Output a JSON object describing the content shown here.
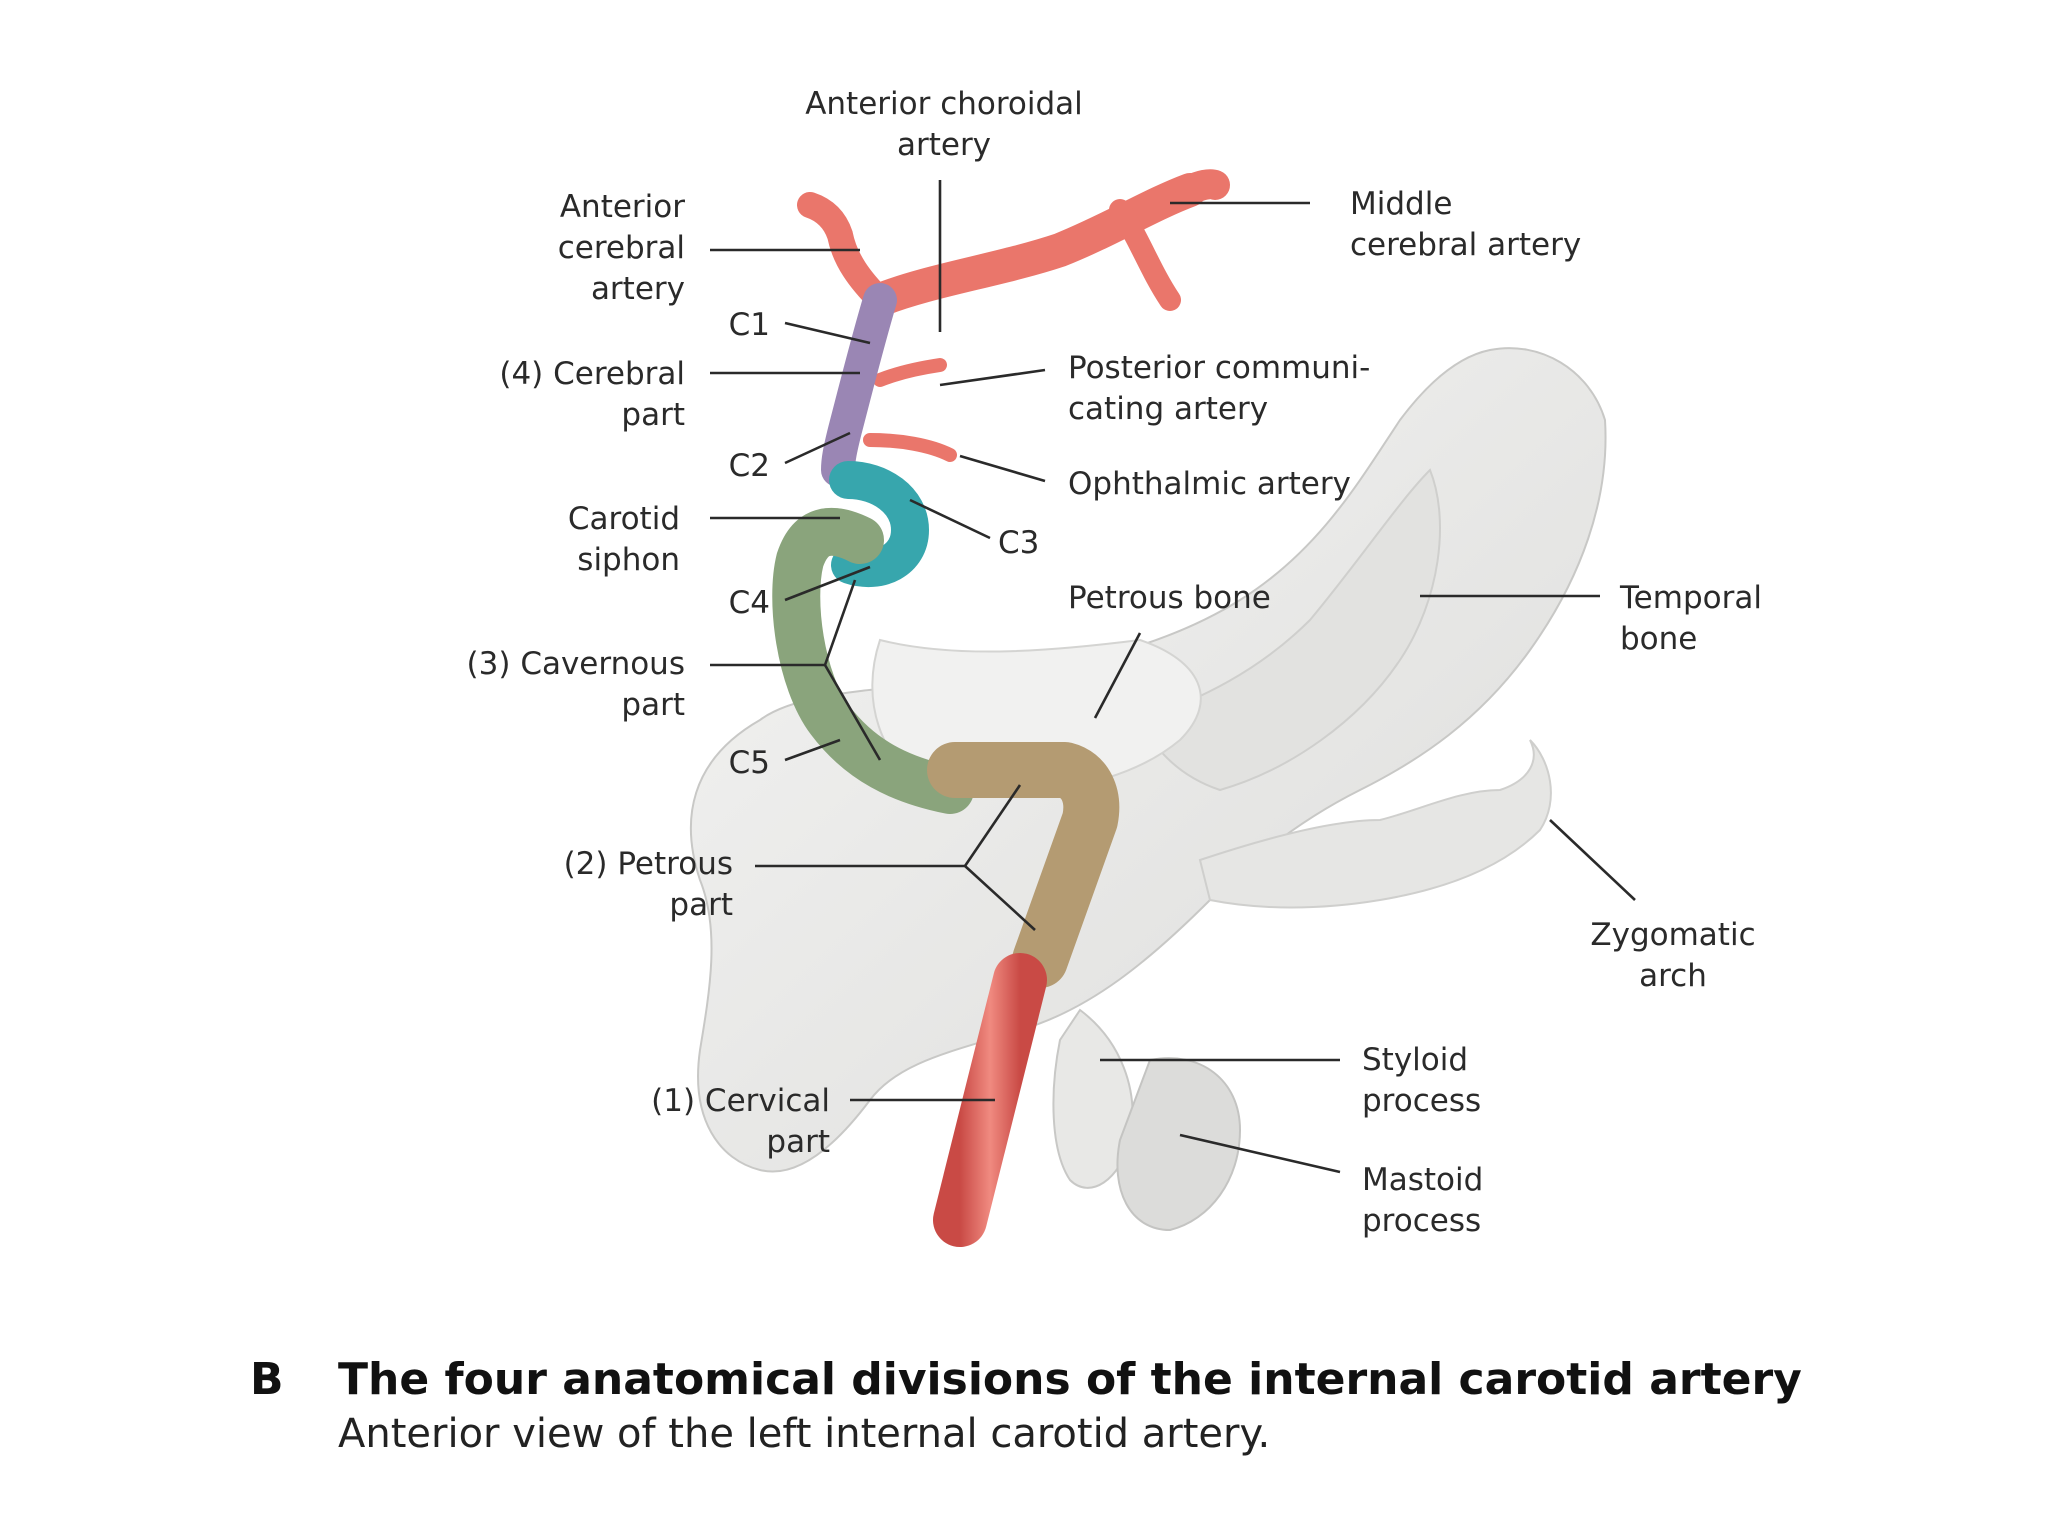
{
  "figure": {
    "letter": "B",
    "title": "The four anatomical divisions of the internal carotid artery",
    "subtitle": "Anterior view of the left internal carotid artery."
  },
  "labels": {
    "anterior_choroidal": [
      "Anterior choroidal",
      "artery"
    ],
    "middle_cerebral": [
      "Middle",
      "cerebral artery"
    ],
    "anterior_cerebral": [
      "Anterior",
      "cerebral",
      "artery"
    ],
    "c1": "C1",
    "cerebral_part": [
      "(4) Cerebral",
      "part"
    ],
    "posterior_communicating": [
      "Posterior communi-",
      "cating artery"
    ],
    "c2": "C2",
    "ophthalmic": "Ophthalmic artery",
    "carotid_siphon": [
      "Carotid",
      "siphon"
    ],
    "c3": "C3",
    "c4": "C4",
    "petrous_bone": "Petrous bone",
    "temporal_bone": [
      "Temporal",
      "bone"
    ],
    "cavernous_part": [
      "(3) Cavernous",
      "part"
    ],
    "c5": "C5",
    "petrous_part": [
      "(2) Petrous",
      "part"
    ],
    "zygomatic_arch": [
      "Zygomatic",
      "arch"
    ],
    "styloid_process": [
      "Styloid",
      "process"
    ],
    "cervical_part": [
      "(1) Cervical",
      "part"
    ],
    "mastoid_process": [
      "Mastoid",
      "process"
    ]
  },
  "colors": {
    "cerebral": "#9a86b4",
    "cavernous": "#8aa47c",
    "petrous": "#b49b72",
    "cervical": "#e2665e",
    "siphon": "#37a6ad",
    "artery": "#ea766b",
    "bone": "#ecebea"
  }
}
